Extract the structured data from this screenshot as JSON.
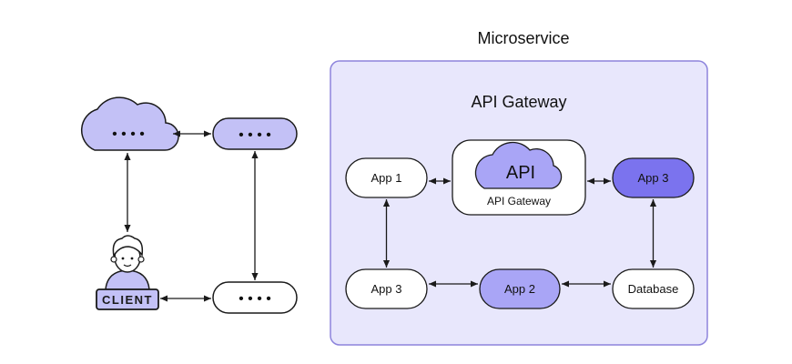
{
  "colors": {
    "outline": "#1a1a1a",
    "lavender_fill": "#c3c1f6",
    "panel_fill": "#e8e7fc",
    "panel_border": "#8d84dc",
    "accent_fill": "#7b73ee",
    "medium_fill": "#a9a5f6",
    "white": "#ffffff"
  },
  "left": {
    "cloud_dots": "• • • •",
    "top_pill_dots": "• • • •",
    "bottom_pill_dots": "• • • •",
    "client_label": "CLIENT"
  },
  "microservice": {
    "title": "Microservice",
    "gateway_title": "API Gateway",
    "api_cloud_label": "API",
    "api_box_caption": "API Gateway",
    "nodes": {
      "app1": "App 1",
      "app3_top": "App 3",
      "app3_bottom": "App 3",
      "app2": "App 2",
      "database": "Database"
    }
  }
}
